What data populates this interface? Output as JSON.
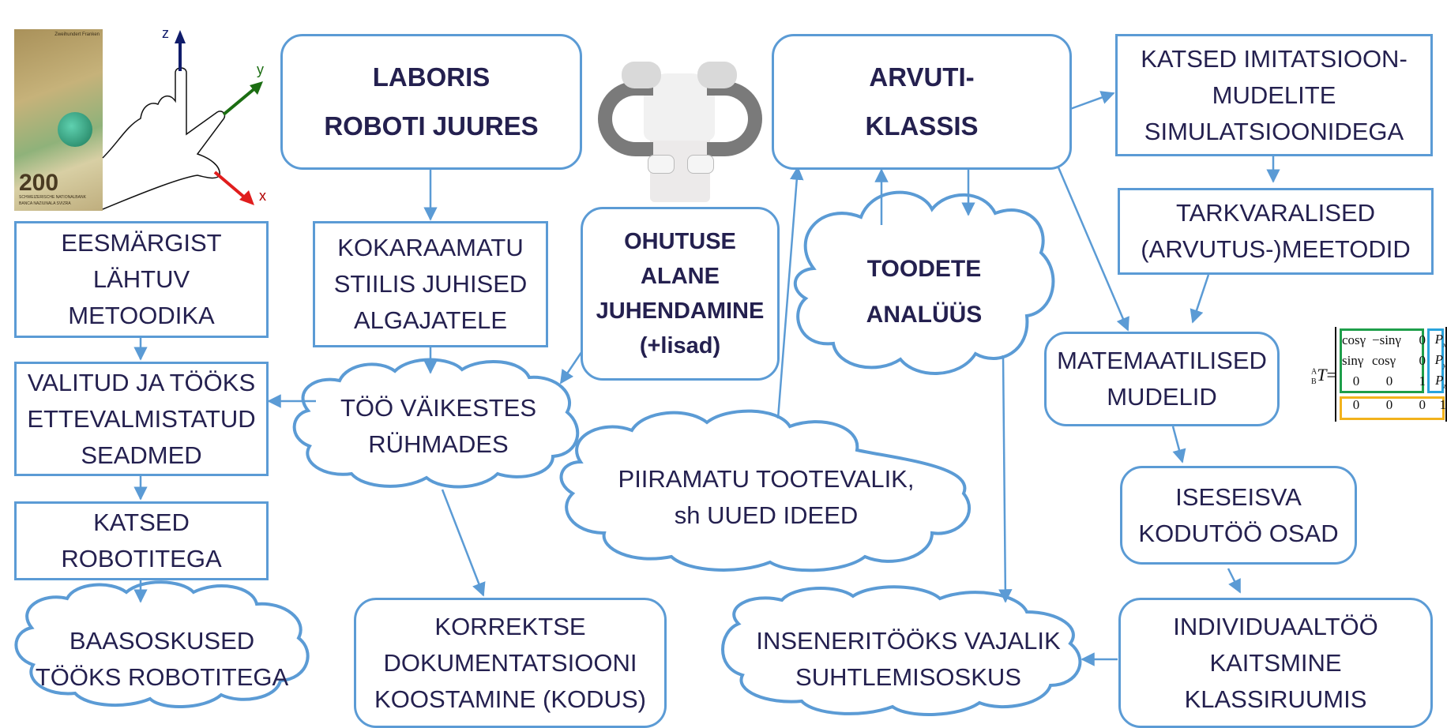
{
  "title": "Robotics course learning flow diagram",
  "colors": {
    "border": "#5b9bd5",
    "text": "#24204f",
    "matrix_green": "#1e9e4a",
    "matrix_blue": "#29a3dc",
    "matrix_yellow": "#f2b21c"
  },
  "illustrations": {
    "banknote": {
      "value": "200",
      "top_text": "Zweihundert Franken",
      "bottom_text_1": "SCHWEIZERISCHE NATIONALBANK",
      "bottom_text_2": "BANCA NAZIUNALA SVIZRA"
    },
    "hand_axes": {
      "z": "z",
      "y": "y",
      "x": "x"
    },
    "robot_icon": "dual-arm-robot-icon"
  },
  "nodes": {
    "laboris": [
      "LABORIS",
      "ROBOTI JUURES"
    ],
    "arvuti": [
      "ARVUTI-",
      "KLASSIS"
    ],
    "katsed_imit": [
      "KATSED IMITATSIOON-",
      "MUDELITE",
      "SIMULATSIOONIDEGA"
    ],
    "tarkvara": [
      "TARKVARALISED",
      "(ARVUTUS-)MEETODID"
    ],
    "eesmargist": [
      "EESMÄRGIST",
      "LÄHTUV",
      "METOODIKA"
    ],
    "kokaraamatu": [
      "KOKARAAMATU",
      "STIILIS JUHISED",
      "ALGAJATELE"
    ],
    "ohutuse": [
      "OHUTUSE",
      "ALANE",
      "JUHENDAMINE",
      "(+lisad)"
    ],
    "valitud": [
      "VALITUD JA TÖÖKS",
      "ETTEVALMISTATUD",
      "SEADMED"
    ],
    "katsed_rob": [
      "KATSED",
      "ROBOTITEGA"
    ],
    "matemaatilised": [
      "MATEMAATILISED",
      "MUDELID"
    ],
    "iseseisva": [
      "ISESEISVA",
      "KODUTÖÖ OSAD"
    ],
    "korrektse": [
      "KORREKTSE",
      "DOKUMENTATSIOONI",
      "KOOSTAMINE (KODUS)"
    ],
    "individuaal": [
      "INDIVIDUAALTÖÖ",
      "KAITSMINE",
      "KLASSIRUUMIS"
    ]
  },
  "clouds": {
    "toodete": [
      "TOODETE",
      "ANALÜÜS"
    ],
    "too_vaikestes": [
      "TÖÖ VÄIKESTES",
      "RÜHMADES"
    ],
    "piiramatu": [
      "PIIRAMATU TOOTEVALIK,",
      "sh UUED IDEED"
    ],
    "baasoskused": [
      "BAASOSKUSED",
      "TÖÖKS ROBOTITEGA"
    ],
    "inseneri": [
      "INSENERITÖÖKS VAJALIK",
      "SUHTLEMISOSKUS"
    ]
  },
  "matrix": {
    "lhs": "T",
    "lhs_super": "A",
    "lhs_sub": "B",
    "rows": [
      [
        "cosγ",
        "−sinγ",
        "0",
        "P"
      ],
      [
        "sinγ",
        "cosγ",
        "0",
        "P"
      ],
      [
        "0",
        "0",
        "1",
        "P"
      ],
      [
        "0",
        "0",
        "0",
        "1"
      ]
    ],
    "p_subscripts": [
      "x",
      "y",
      "z"
    ]
  }
}
